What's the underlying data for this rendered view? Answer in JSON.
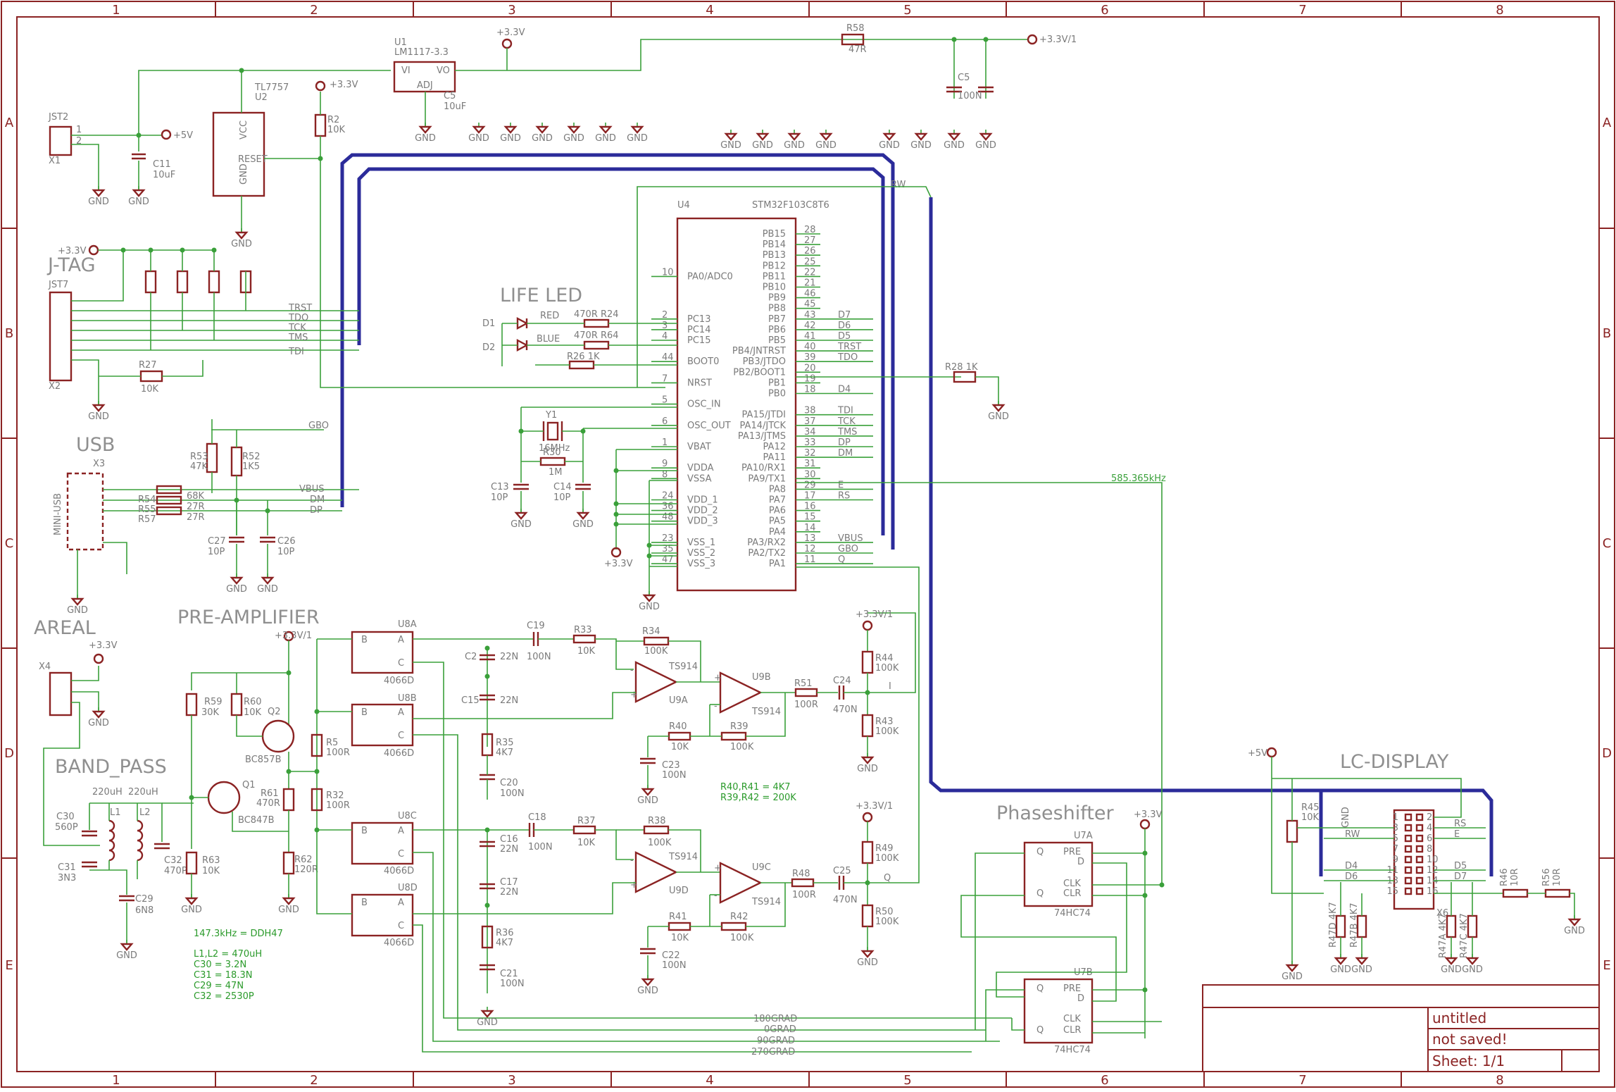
{
  "border": {
    "columns": [
      "1",
      "2",
      "3",
      "4",
      "5",
      "6",
      "7",
      "8"
    ],
    "rows": [
      "A",
      "B",
      "C",
      "D",
      "E"
    ]
  },
  "blocks": {
    "jtag": "J-TAG",
    "usb": "USB",
    "areal": "AREAL",
    "preamp": "PRE-AMPLIFIER",
    "bandpass": "BAND_PASS",
    "phaseshifter": "Phaseshifter",
    "lcd": "LC-DISPLAY",
    "lifeled": "LIFE LED"
  },
  "power": {
    "p33": "+3.3V",
    "p33a": "+3.3V/1",
    "p5": "+5V",
    "gnd": "GND"
  },
  "parts": {
    "u1_name": "U1",
    "u1_val": "LM1117-3.3",
    "u1_vi": "VI",
    "u1_vo": "VO",
    "u1_adj": "ADJ",
    "u2_name": "U2",
    "u2_val": "TL7757",
    "u2_vcc": "VCC",
    "u2_reset": "RESET",
    "u2_gnd": "GND",
    "u4_name": "U4",
    "u4_val": "STM32F103C8T6",
    "jst2": "JST2",
    "x1": "X1",
    "jst7": "JST7",
    "x2": "X2",
    "x3": "X3",
    "x4": "X4",
    "x6": "X6",
    "mini_usb": "MINI-USB",
    "c11": "C11",
    "c11v": "10uF",
    "c5": "C5",
    "c5v": "10uF",
    "r2": "R2",
    "r2v": "10K",
    "r27": "R27",
    "r27v": "10K",
    "r53": "R53",
    "r53v": "47K",
    "r52": "R52",
    "r52v": "1K5",
    "r54": "R54",
    "r54v": "68K",
    "r55": "R55",
    "r55v": "27R",
    "r57": "R57",
    "r57v": "27R",
    "c27": "C27",
    "c27v": "10P",
    "c26": "C26",
    "c26v": "10P",
    "y1": "Y1",
    "y1v": "16MHz",
    "r30": "R30",
    "r30v": "1M",
    "c13": "C13",
    "c13v": "10P",
    "c14": "C14",
    "c14v": "10P",
    "r24": "470R R24",
    "r64": "470R R64",
    "r26": "R26 1K",
    "d1": "D1",
    "d2": "D2",
    "red": "RED",
    "blue": "BLUE",
    "r28": "R28 1K",
    "r58": "R58",
    "r58v": "47R",
    "q1": "Q1",
    "q1v": "BC847B",
    "q2": "Q2",
    "q2v": "BC857B",
    "r59": "R59",
    "r59v": "30K",
    "r60": "R60",
    "r60v": "10K",
    "r61": "R61",
    "r61v": "470R",
    "r62": "R62",
    "r62v": "120R",
    "r63": "R63",
    "r63v": "10K",
    "c32": "C32",
    "c32v": "470P",
    "l1": "L1",
    "l2": "L2",
    "luh": "220uH",
    "c30": "C30",
    "c30v": "560P",
    "c31": "C31",
    "c31v": "3N3",
    "c29": "C29",
    "c29v": "6N8",
    "ic4066": "4066D",
    "ts914": "TS914",
    "hc74": "74HC74",
    "r5": "R5",
    "r5v": "100R",
    "r32": "R32",
    "r32v": "100R",
    "c19": "C19",
    "c18": "C18",
    "c100n": "100N",
    "r33": "R33",
    "r37": "R37",
    "r34": "R34",
    "r38": "R38",
    "v10k": "10K",
    "v100k": "100K",
    "c2": "C2",
    "c15": "C15",
    "c16": "C16",
    "c17": "C17",
    "v22n": "22N",
    "r35": "R35",
    "r36": "R36",
    "v4k7": "4K7",
    "c20": "C20",
    "c21": "C21",
    "r40": "R40",
    "r39": "R39",
    "r41": "R41",
    "r42": "R42",
    "c23": "C23",
    "c22": "C22",
    "r51": "R51",
    "r48": "R48",
    "v100r": "100R",
    "c24": "C24",
    "c25": "C25",
    "v470n": "470N",
    "r44": "R44",
    "r43": "R43",
    "r49": "R49",
    "r50": "R50",
    "u9a": "U9A",
    "u9b": "U9B",
    "u9c": "U9C",
    "u9d": "U9D",
    "u8a": "U8A",
    "u8b": "U8B",
    "u8c": "U8C",
    "u8d": "U8D",
    "u7a": "U7A",
    "u7b": "U7B",
    "r45": "R45",
    "r45v": "10K",
    "r46": "R46",
    "r46v": "10R",
    "r56": "R56",
    "r56v": "10R",
    "r47d": "R47D 4K7",
    "r47b": "R47B 4K7",
    "r47a": "R47A 4K7",
    "r47c": "R47C 4K7"
  },
  "notes": {
    "freq": "585.365kHz",
    "r40": "R40,R41 = 4K7",
    "r39": "R39,R42 = 200K",
    "ddh": "147.3kHz = DDH47",
    "l": "L1,L2 = 470uH",
    "c30": "C30 = 3.2N",
    "c31": "C31 = 18.3N",
    "c29": "C29 = 47N",
    "c32": "C32 = 2530P"
  },
  "signals": {
    "trst": "TRST",
    "tdo": "TDO",
    "tck": "TCK",
    "tms": "TMS",
    "tdi": "TDI",
    "vbus": "VBUS",
    "dm": "DM",
    "dp": "DP",
    "gbo": "GBO",
    "rw": "RW",
    "rs": "RS",
    "e": "E",
    "i": "I",
    "q": "Q",
    "g180": "180GRAD",
    "g0": "0GRAD",
    "g90": "90GRAD",
    "g270": "270GRAD"
  },
  "mcu": {
    "right": [
      {
        "pin": "28",
        "name": "PB15",
        "net": ""
      },
      {
        "pin": "27",
        "name": "PB14",
        "net": ""
      },
      {
        "pin": "26",
        "name": "PB13",
        "net": ""
      },
      {
        "pin": "25",
        "name": "PB12",
        "net": ""
      },
      {
        "pin": "22",
        "name": "PB11",
        "net": ""
      },
      {
        "pin": "21",
        "name": "PB10",
        "net": ""
      },
      {
        "pin": "46",
        "name": "PB9",
        "net": ""
      },
      {
        "pin": "45",
        "name": "PB8",
        "net": ""
      },
      {
        "pin": "43",
        "name": "PB7",
        "net": "D7"
      },
      {
        "pin": "42",
        "name": "PB6",
        "net": "D6"
      },
      {
        "pin": "41",
        "name": "PB5",
        "net": "D5"
      },
      {
        "pin": "40",
        "name": "PB4/JNTRST",
        "net": "TRST"
      },
      {
        "pin": "39",
        "name": "PB3/JTDO",
        "net": "TDO"
      },
      {
        "pin": "20",
        "name": "PB2/BOOT1",
        "net": ""
      },
      {
        "pin": "19",
        "name": "PB1",
        "net": ""
      },
      {
        "pin": "18",
        "name": "PB0",
        "net": "D4"
      },
      {
        "pin": "",
        "name": "",
        "net": ""
      },
      {
        "pin": "38",
        "name": "PA15/JTDI",
        "net": "TDI"
      },
      {
        "pin": "37",
        "name": "PA14/JTCK",
        "net": "TCK"
      },
      {
        "pin": "34",
        "name": "PA13/JTMS",
        "net": "TMS"
      },
      {
        "pin": "33",
        "name": "PA12",
        "net": "DP"
      },
      {
        "pin": "32",
        "name": "PA11",
        "net": "DM"
      },
      {
        "pin": "31",
        "name": "PA10/RX1",
        "net": ""
      },
      {
        "pin": "30",
        "name": "PA9/TX1",
        "net": ""
      },
      {
        "pin": "29",
        "name": "PA8",
        "net": "E"
      },
      {
        "pin": "17",
        "name": "PA7",
        "net": "RS"
      },
      {
        "pin": "16",
        "name": "PA6",
        "net": ""
      },
      {
        "pin": "15",
        "name": "PA5",
        "net": ""
      },
      {
        "pin": "14",
        "name": "PA4",
        "net": ""
      },
      {
        "pin": "13",
        "name": "PA3/RX2",
        "net": "VBUS"
      },
      {
        "pin": "12",
        "name": "PA2/TX2",
        "net": "GBO"
      },
      {
        "pin": "11",
        "name": "PA1",
        "net": "Q"
      }
    ],
    "left": [
      {
        "pin": "10",
        "name": "PA0/ADC0",
        "row": 4
      },
      {
        "pin": "2",
        "name": "PC13",
        "row": 8
      },
      {
        "pin": "3",
        "name": "PC14",
        "row": 9
      },
      {
        "pin": "4",
        "name": "PC15",
        "row": 10
      },
      {
        "pin": "44",
        "name": "BOOT0",
        "row": 12
      },
      {
        "pin": "7",
        "name": "NRST",
        "row": 14
      },
      {
        "pin": "5",
        "name": "OSC_IN",
        "row": 16
      },
      {
        "pin": "6",
        "name": "OSC_OUT",
        "row": 18
      },
      {
        "pin": "1",
        "name": "VBAT",
        "row": 20
      },
      {
        "pin": "9",
        "name": "VDDA",
        "row": 22
      },
      {
        "pin": "8",
        "name": "VSSA",
        "row": 23
      },
      {
        "pin": "24",
        "name": "VDD_1",
        "row": 25
      },
      {
        "pin": "36",
        "name": "VDD_2",
        "row": 26
      },
      {
        "pin": "48",
        "name": "VDD_3",
        "row": 27
      },
      {
        "pin": "23",
        "name": "VSS_1",
        "row": 29
      },
      {
        "pin": "35",
        "name": "VSS_2",
        "row": 30
      },
      {
        "pin": "47",
        "name": "VSS_3",
        "row": 31
      }
    ]
  },
  "lcd_pins": [
    {
      "l": "1",
      "r": "2",
      "ln": "",
      "rn": ""
    },
    {
      "l": "3",
      "r": "4",
      "ln": "",
      "rn": "RS"
    },
    {
      "l": "5",
      "r": "6",
      "ln": "RW",
      "rn": "E"
    },
    {
      "l": "7",
      "r": "8",
      "ln": "",
      "rn": ""
    },
    {
      "l": "9",
      "r": "10",
      "ln": "",
      "rn": ""
    },
    {
      "l": "11",
      "r": "12",
      "ln": "D4",
      "rn": "D5"
    },
    {
      "l": "13",
      "r": "14",
      "ln": "D6",
      "rn": "D7"
    },
    {
      "l": "15",
      "r": "16",
      "ln": "",
      "rn": ""
    }
  ],
  "title_block": {
    "name": "untitled",
    "status": "not saved!",
    "sheet": "Sheet: 1/1"
  }
}
